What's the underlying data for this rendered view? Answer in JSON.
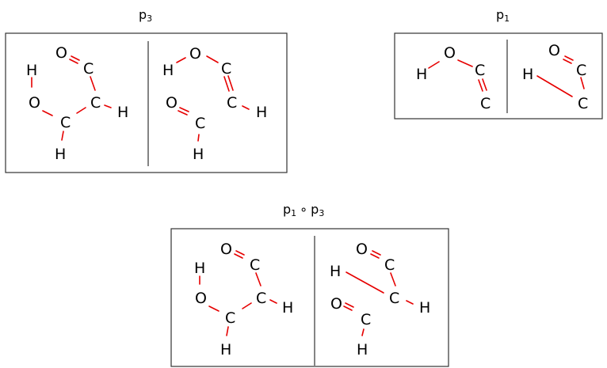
{
  "captions": {
    "p3": {
      "base": "p",
      "sub": "3"
    },
    "p1": {
      "base": "p",
      "sub": "1"
    },
    "composition": {
      "left_base": "p",
      "left_sub": "1",
      "op": "∘",
      "right_base": "p",
      "right_sub": "3"
    }
  },
  "colors": {
    "bond": "#e60000",
    "text": "#000000",
    "frame": "#333333"
  },
  "panels": [
    {
      "id": "p3",
      "molecules": [
        {
          "atoms": [
            "O",
            "C",
            "H",
            "O",
            "C",
            "H",
            "C",
            "H"
          ]
        },
        {
          "atoms": [
            "H",
            "O",
            "C",
            "C",
            "H",
            "O",
            "C",
            "H"
          ]
        }
      ]
    },
    {
      "id": "p1",
      "molecules": [
        {
          "atoms": [
            "H",
            "O",
            "C",
            "C"
          ]
        },
        {
          "atoms": [
            "O",
            "H",
            "C",
            "C"
          ]
        }
      ]
    },
    {
      "id": "p1-compose-p3",
      "molecules": [
        {
          "atoms": [
            "O",
            "C",
            "H",
            "O",
            "C",
            "H",
            "C",
            "H"
          ]
        },
        {
          "atoms": [
            "O",
            "H",
            "C",
            "C",
            "H",
            "O",
            "C",
            "H"
          ]
        }
      ]
    }
  ]
}
